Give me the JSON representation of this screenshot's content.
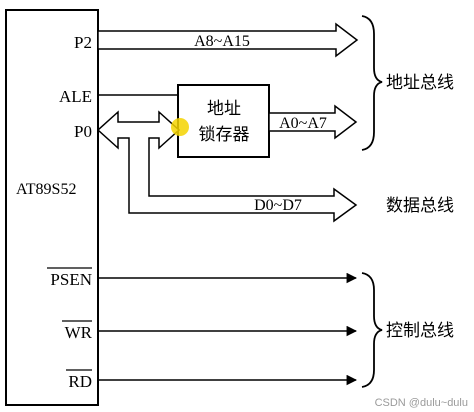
{
  "chip": {
    "name": "AT89S52",
    "pins": {
      "p2": "P2",
      "ale": "ALE",
      "p0": "P0",
      "psen": "PSEN",
      "wr": "WR",
      "rd": "RD"
    }
  },
  "latch": {
    "line1": "地址",
    "line2": "锁存器"
  },
  "signals": {
    "high_addr": "A8~A15",
    "low_addr": "A0~A7",
    "data": "D0~D7"
  },
  "bus_labels": {
    "address": "地址总线",
    "data": "数据总线",
    "control": "控制总线"
  },
  "watermark": "CSDN @dulu~dulu"
}
